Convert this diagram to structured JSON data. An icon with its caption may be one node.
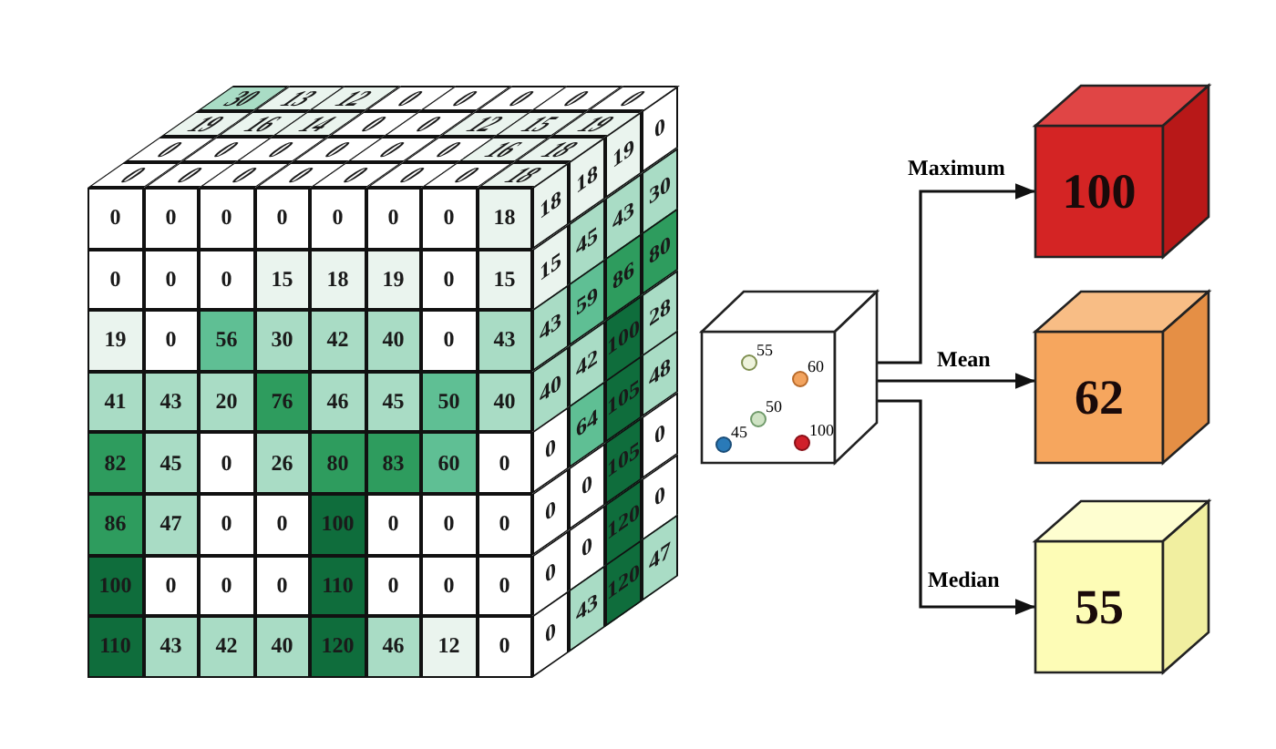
{
  "diagram": {
    "nodes": [
      {
        "text": [
          "55",
          "60",
          "50",
          "45",
          "100"
        ]
      },
      {
        "text": [
          "100"
        ]
      },
      {
        "text": [
          "62"
        ]
      },
      {
        "text": [
          "55"
        ]
      }
    ],
    "edges": [
      {
        "from": 0,
        "to": 1,
        "arrow": "to",
        "label": "Maximum"
      },
      {
        "from": 0,
        "to": 2,
        "arrow": "to",
        "label": "Mean"
      },
      {
        "from": 0,
        "to": 3,
        "arrow": "to",
        "label": "Median"
      }
    ],
    "labels": [
      "30",
      "13",
      "12",
      "0",
      "0",
      "0",
      "0",
      "0",
      "19",
      "16",
      "14",
      "0",
      "0",
      "12",
      "15",
      "19",
      "0",
      "0",
      "0",
      "0",
      "0",
      "0",
      "16",
      "18",
      "0",
      "0",
      "0",
      "0",
      "0",
      "0",
      "0",
      "18",
      "0",
      "0",
      "0",
      "0",
      "0",
      "0",
      "0",
      "18",
      "0",
      "0",
      "0",
      "15",
      "18",
      "19",
      "0",
      "15",
      "19",
      "0",
      "56",
      "30",
      "42",
      "40",
      "0",
      "43",
      "41",
      "43",
      "20",
      "76",
      "46",
      "45",
      "50",
      "40",
      "82",
      "45",
      "0",
      "26",
      "80",
      "83",
      "60",
      "0",
      "86",
      "47",
      "0",
      "0",
      "100",
      "0",
      "0",
      "0",
      "100",
      "0",
      "0",
      "0",
      "110",
      "0",
      "0",
      "0",
      "110",
      "43",
      "42",
      "40",
      "120",
      "46",
      "12",
      "0",
      "18",
      "18",
      "19",
      "0",
      "15",
      "45",
      "43",
      "30",
      "43",
      "59",
      "86",
      "80",
      "40",
      "42",
      "100",
      "28",
      "0",
      "64",
      "105",
      "48",
      "0",
      "0",
      "105",
      "0",
      "0",
      "0",
      "120",
      "0",
      "0",
      "43",
      "120",
      "47"
    ]
  }
}
